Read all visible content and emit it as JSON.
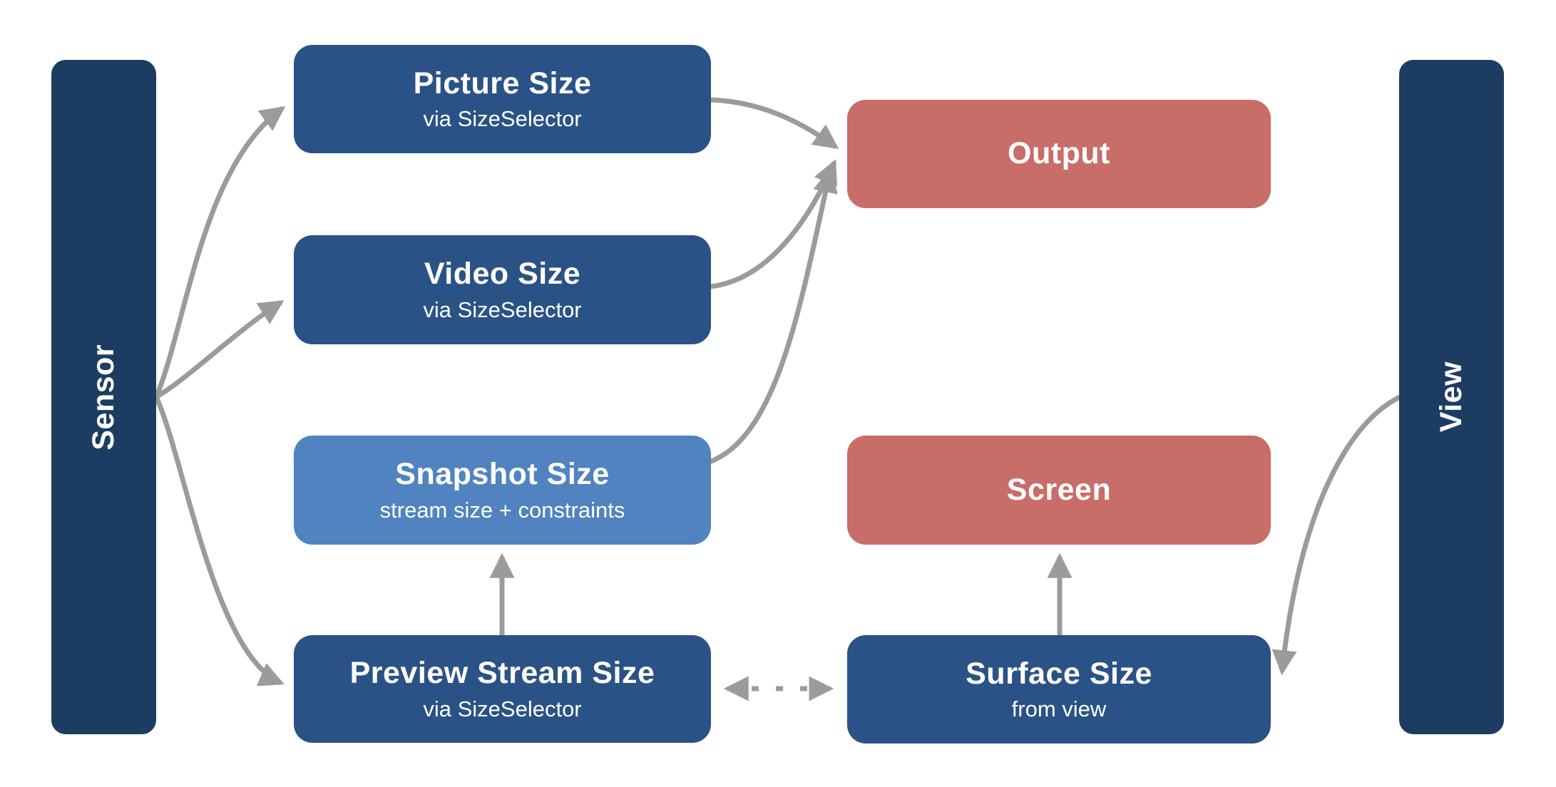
{
  "diagram": {
    "background_color": "#ffffff",
    "colors": {
      "rail_navy": "#1d3c62",
      "node_blue": "#2a5286",
      "node_light_blue": "#5083c0",
      "node_red": "#c96d68",
      "arrow_gray": "#9b9b9b",
      "text": "#ffffff"
    },
    "rails": {
      "sensor": {
        "label": "Sensor"
      },
      "view": {
        "label": "View"
      }
    },
    "nodes": {
      "picture": {
        "title": "Picture Size",
        "subtitle": "via SizeSelector"
      },
      "video": {
        "title": "Video Size",
        "subtitle": "via SizeSelector"
      },
      "snapshot": {
        "title": "Snapshot Size",
        "subtitle": "stream size + constraints"
      },
      "preview": {
        "title": "Preview Stream Size",
        "subtitle": "via SizeSelector"
      },
      "output": {
        "title": "Output"
      },
      "screen": {
        "title": "Screen"
      },
      "surface": {
        "title": "Surface Size",
        "subtitle": "from view"
      }
    },
    "edges": [
      {
        "from": "Sensor",
        "to": "Picture Size",
        "style": "solid",
        "direction": "one-way"
      },
      {
        "from": "Sensor",
        "to": "Video Size",
        "style": "solid",
        "direction": "one-way"
      },
      {
        "from": "Sensor",
        "to": "Preview Stream Size",
        "style": "solid",
        "direction": "one-way"
      },
      {
        "from": "Picture Size",
        "to": "Output",
        "style": "solid",
        "direction": "one-way"
      },
      {
        "from": "Video Size",
        "to": "Output",
        "style": "solid",
        "direction": "one-way"
      },
      {
        "from": "Snapshot Size",
        "to": "Output",
        "style": "solid",
        "direction": "one-way"
      },
      {
        "from": "Preview Stream Size",
        "to": "Snapshot Size",
        "style": "solid",
        "direction": "one-way"
      },
      {
        "from": "Preview Stream Size",
        "to": "Surface Size",
        "style": "dotted",
        "direction": "two-way"
      },
      {
        "from": "Surface Size",
        "to": "Screen",
        "style": "solid",
        "direction": "one-way"
      },
      {
        "from": "View",
        "to": "Surface Size",
        "style": "solid",
        "direction": "one-way"
      }
    ]
  }
}
